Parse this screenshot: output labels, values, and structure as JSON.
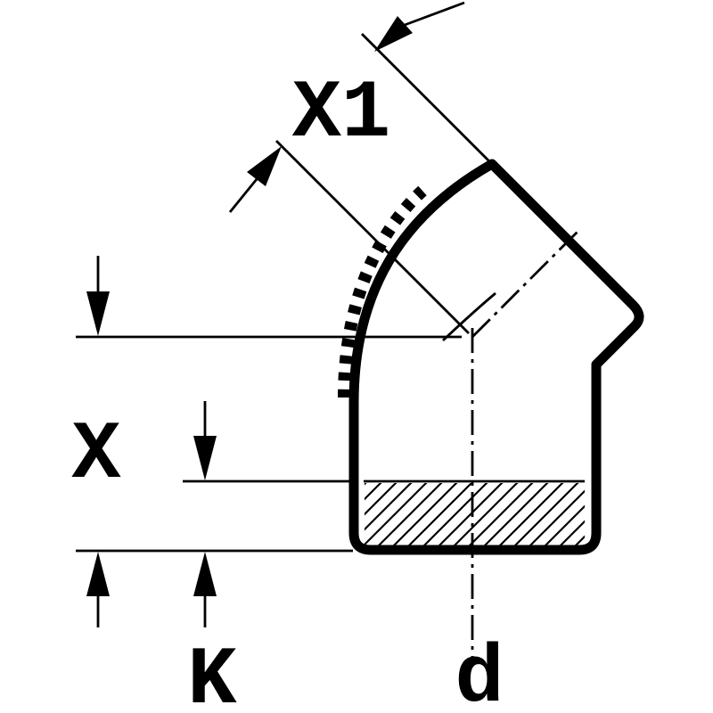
{
  "diagram": {
    "type": "technical-drawing",
    "subject": "45-degree pipe elbow fitting, dimensional drawing",
    "labels": {
      "x1": "X1",
      "x": "X",
      "k": "K",
      "d": "d"
    },
    "colors": {
      "line": "#000000",
      "background": "#ffffff"
    }
  }
}
